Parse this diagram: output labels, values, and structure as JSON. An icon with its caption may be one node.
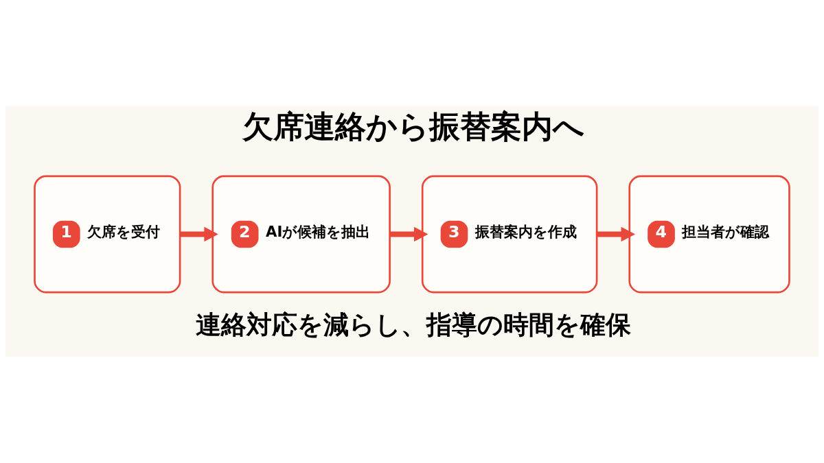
{
  "diagram": {
    "title": "欠席連絡から振替案内へ",
    "caption": "連絡対応を減らし、指導の時間を確保",
    "nodes": [
      {
        "text": [
          "1",
          "欠席を受付"
        ]
      },
      {
        "text": [
          "2",
          "AIが候補を抽出"
        ]
      },
      {
        "text": [
          "3",
          "振替案内を作成"
        ]
      },
      {
        "text": [
          "4",
          "担当者が確認"
        ]
      }
    ],
    "edges": [
      {
        "from": 0,
        "to": 1,
        "arrow": "to"
      },
      {
        "from": 1,
        "to": 2,
        "arrow": "to"
      },
      {
        "from": 2,
        "to": 3,
        "arrow": "to"
      }
    ]
  }
}
